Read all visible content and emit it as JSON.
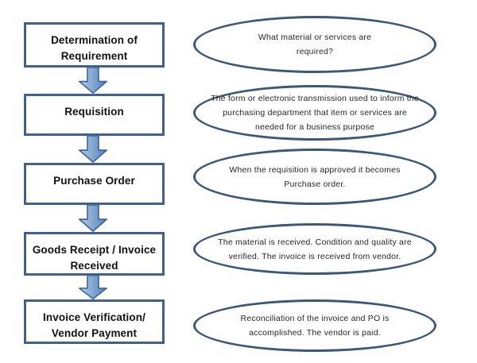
{
  "diagram": {
    "type": "flowchart",
    "steps": [
      {
        "label": "Determination of Requirement",
        "description": "What material or services are required?"
      },
      {
        "label": "Requisition",
        "description": "The form or electronic transmission used to inform the purchasing department that item or services are needed for a business purpose"
      },
      {
        "label": "Purchase Order",
        "description": "When the requisition is approved it becomes Purchase order."
      },
      {
        "label": "Goods Receipt / Invoice Received",
        "description": "The material is received. Condition and quality are verified. The invoice is received from vendor."
      },
      {
        "label": "Invoice Verification/ Vendor Payment",
        "description": "Reconciliation of the invoice and PO is accomplished. The vendor is paid."
      }
    ],
    "connector_icon": "down-arrow",
    "colors": {
      "box_border": "#42618a",
      "ellipse_border": "#3b5878",
      "arrow_fill_light": "#b7cbe5",
      "arrow_fill_dark": "#5082bd",
      "arrow_stroke": "#3e6494",
      "box_text": "#111111",
      "ellipse_text": "#262626",
      "canvas_bg": "#ffffff"
    }
  }
}
